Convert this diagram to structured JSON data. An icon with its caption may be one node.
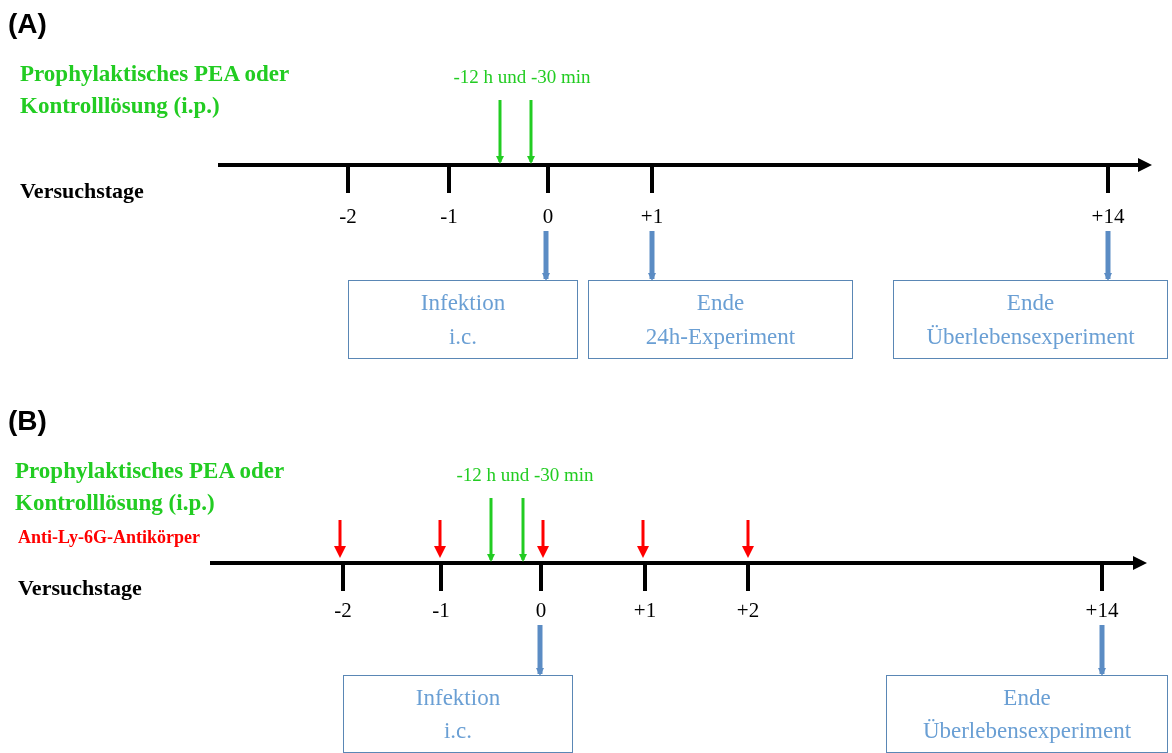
{
  "diagram": {
    "nodes": [
      {
        "text": [
          "-12 h und -30 min"
        ]
      },
      {
        "text": [],
        "shape": "line"
      },
      {
        "text": [
          "0"
        ]
      },
      {
        "text": [
          "+1"
        ]
      },
      {
        "text": [
          "+14"
        ]
      },
      {
        "text": [
          "Infektion",
          "i.c."
        ]
      },
      {
        "text": [
          "Ende",
          "24h-Experiment"
        ]
      },
      {
        "text": [
          "Ende",
          "Überlebensexperiment"
        ]
      },
      {
        "text": [
          "-12 h und -30 min"
        ]
      },
      {
        "text": [],
        "shape": "line"
      },
      {
        "text": [
          "0"
        ]
      },
      {
        "text": [
          "+14"
        ]
      },
      {
        "text": [
          "Infektion",
          "i.c."
        ]
      },
      {
        "text": [
          "Ende",
          "Überlebensexperiment"
        ]
      }
    ],
    "edges": [
      {
        "from": 0,
        "to": 1,
        "arrow": "to",
        "color": "#22cc22"
      },
      {
        "from": 0,
        "to": 1,
        "arrow": "to",
        "color": "#22cc22"
      },
      {
        "from": 2,
        "to": 5,
        "arrow": "to"
      },
      {
        "from": 3,
        "to": 6,
        "arrow": "to"
      },
      {
        "from": 4,
        "to": 7,
        "arrow": "to"
      },
      {
        "from": 8,
        "to": 9,
        "arrow": "to",
        "color": "#22cc22"
      },
      {
        "from": 8,
        "to": 9,
        "arrow": "to",
        "color": "#22cc22"
      },
      {
        "from": 10,
        "to": 12,
        "arrow": "to"
      },
      {
        "from": 11,
        "to": 13,
        "arrow": "to"
      }
    ],
    "labels": [
      "(A)",
      "Prophylaktisches PEA oder Kontrolllösung (i.p.)",
      "Versuchstage",
      "-2",
      "-1",
      "(B)",
      "Prophylaktisches PEA oder Kontrolllösung (i.p.)",
      "Anti-Ly-6G-Antikörper",
      "Versuchstage",
      "-2",
      "-1",
      "+1",
      "+2"
    ]
  }
}
